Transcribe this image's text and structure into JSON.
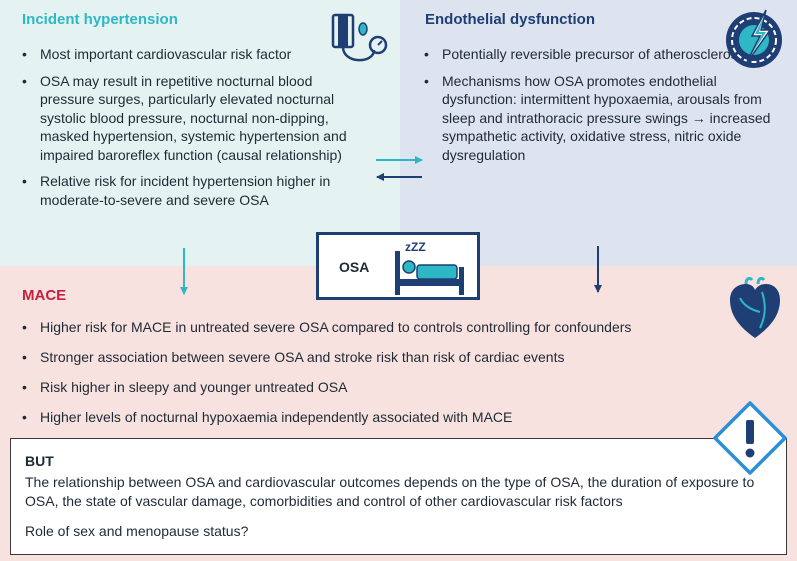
{
  "hypertension": {
    "title": "Incident hypertension",
    "bullets": [
      "Most important cardiovascular risk factor",
      "OSA may result in repetitive nocturnal blood pressure surges, particularly elevated nocturnal systolic blood pressure, nocturnal non-dipping, masked hypertension, systemic hypertension and impaired baroreflex function (causal relationship)",
      "Relative risk for incident hypertension higher in moderate-to-severe and severe OSA"
    ],
    "icon": "blood-pressure-monitor-icon",
    "color": "#2eb7c4"
  },
  "endothelial": {
    "title": "Endothelial dysfunction",
    "bullets": [
      "Potentially reversible precursor of atherosclerosis",
      "Mechanisms how OSA promotes endothelial dysfunction: intermittent hypoxaemia, arousals from sleep and intrathoracic pressure swings → increased sympathetic activity, oxidative stress, nitric oxide dysregulation"
    ],
    "icon": "damaged-vessel-icon",
    "color": "#1f3f74"
  },
  "center": {
    "label": "OSA",
    "sleep_text": "zZZ",
    "icon": "sleeping-person-bed-icon"
  },
  "mace": {
    "title": "MACE",
    "bullets": [
      "Higher risk for MACE in untreated severe OSA compared to controls controlling for confounders",
      "Stronger association between severe OSA and stroke risk than risk of cardiac events",
      "Risk higher in sleepy and younger untreated OSA",
      "Higher levels of nocturnal hypoxaemia independently associated with MACE"
    ],
    "icon": "heart-icon",
    "color": "#c4213f"
  },
  "caveat": {
    "title": "BUT",
    "text": "The relationship between OSA and cardiovascular outcomes depends on the type of OSA, the duration of exposure to OSA, the state of vascular damage, comorbidities and control of other cardiovascular risk factors",
    "question": "Role of sex and menopause status?",
    "icon": "warning-diamond-icon"
  }
}
